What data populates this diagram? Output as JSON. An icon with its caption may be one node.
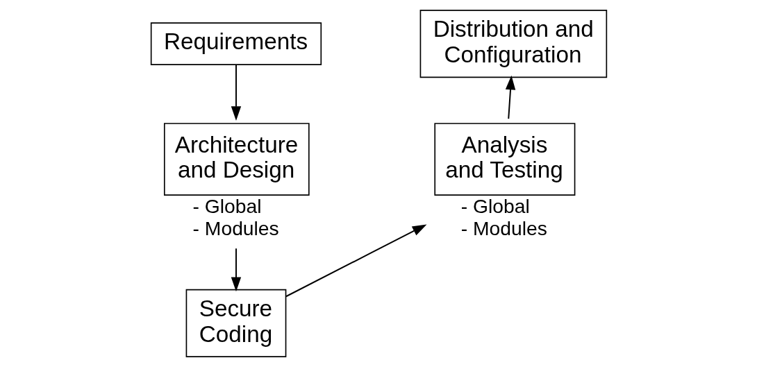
{
  "diagram": {
    "nodes": [
      {
        "text": [
          "Requirements"
        ]
      },
      {
        "text": [
          "Architecture and Design"
        ],
        "beside": [
          "- Global",
          "- Modules"
        ]
      },
      {
        "text": [
          "Secure Coding"
        ]
      },
      {
        "text": [
          "Analysis and Testing"
        ],
        "beside": [
          "- Global",
          "- Modules"
        ]
      },
      {
        "text": [
          "Distribution and Configuration"
        ]
      }
    ],
    "edges": [
      {
        "from": 0,
        "to": 1,
        "arrow": "to"
      },
      {
        "from": 1,
        "to": 2,
        "arrow": "to"
      },
      {
        "from": 2,
        "to": 3,
        "arrow": "to"
      },
      {
        "from": 3,
        "to": 4,
        "arrow": "to"
      }
    ]
  }
}
